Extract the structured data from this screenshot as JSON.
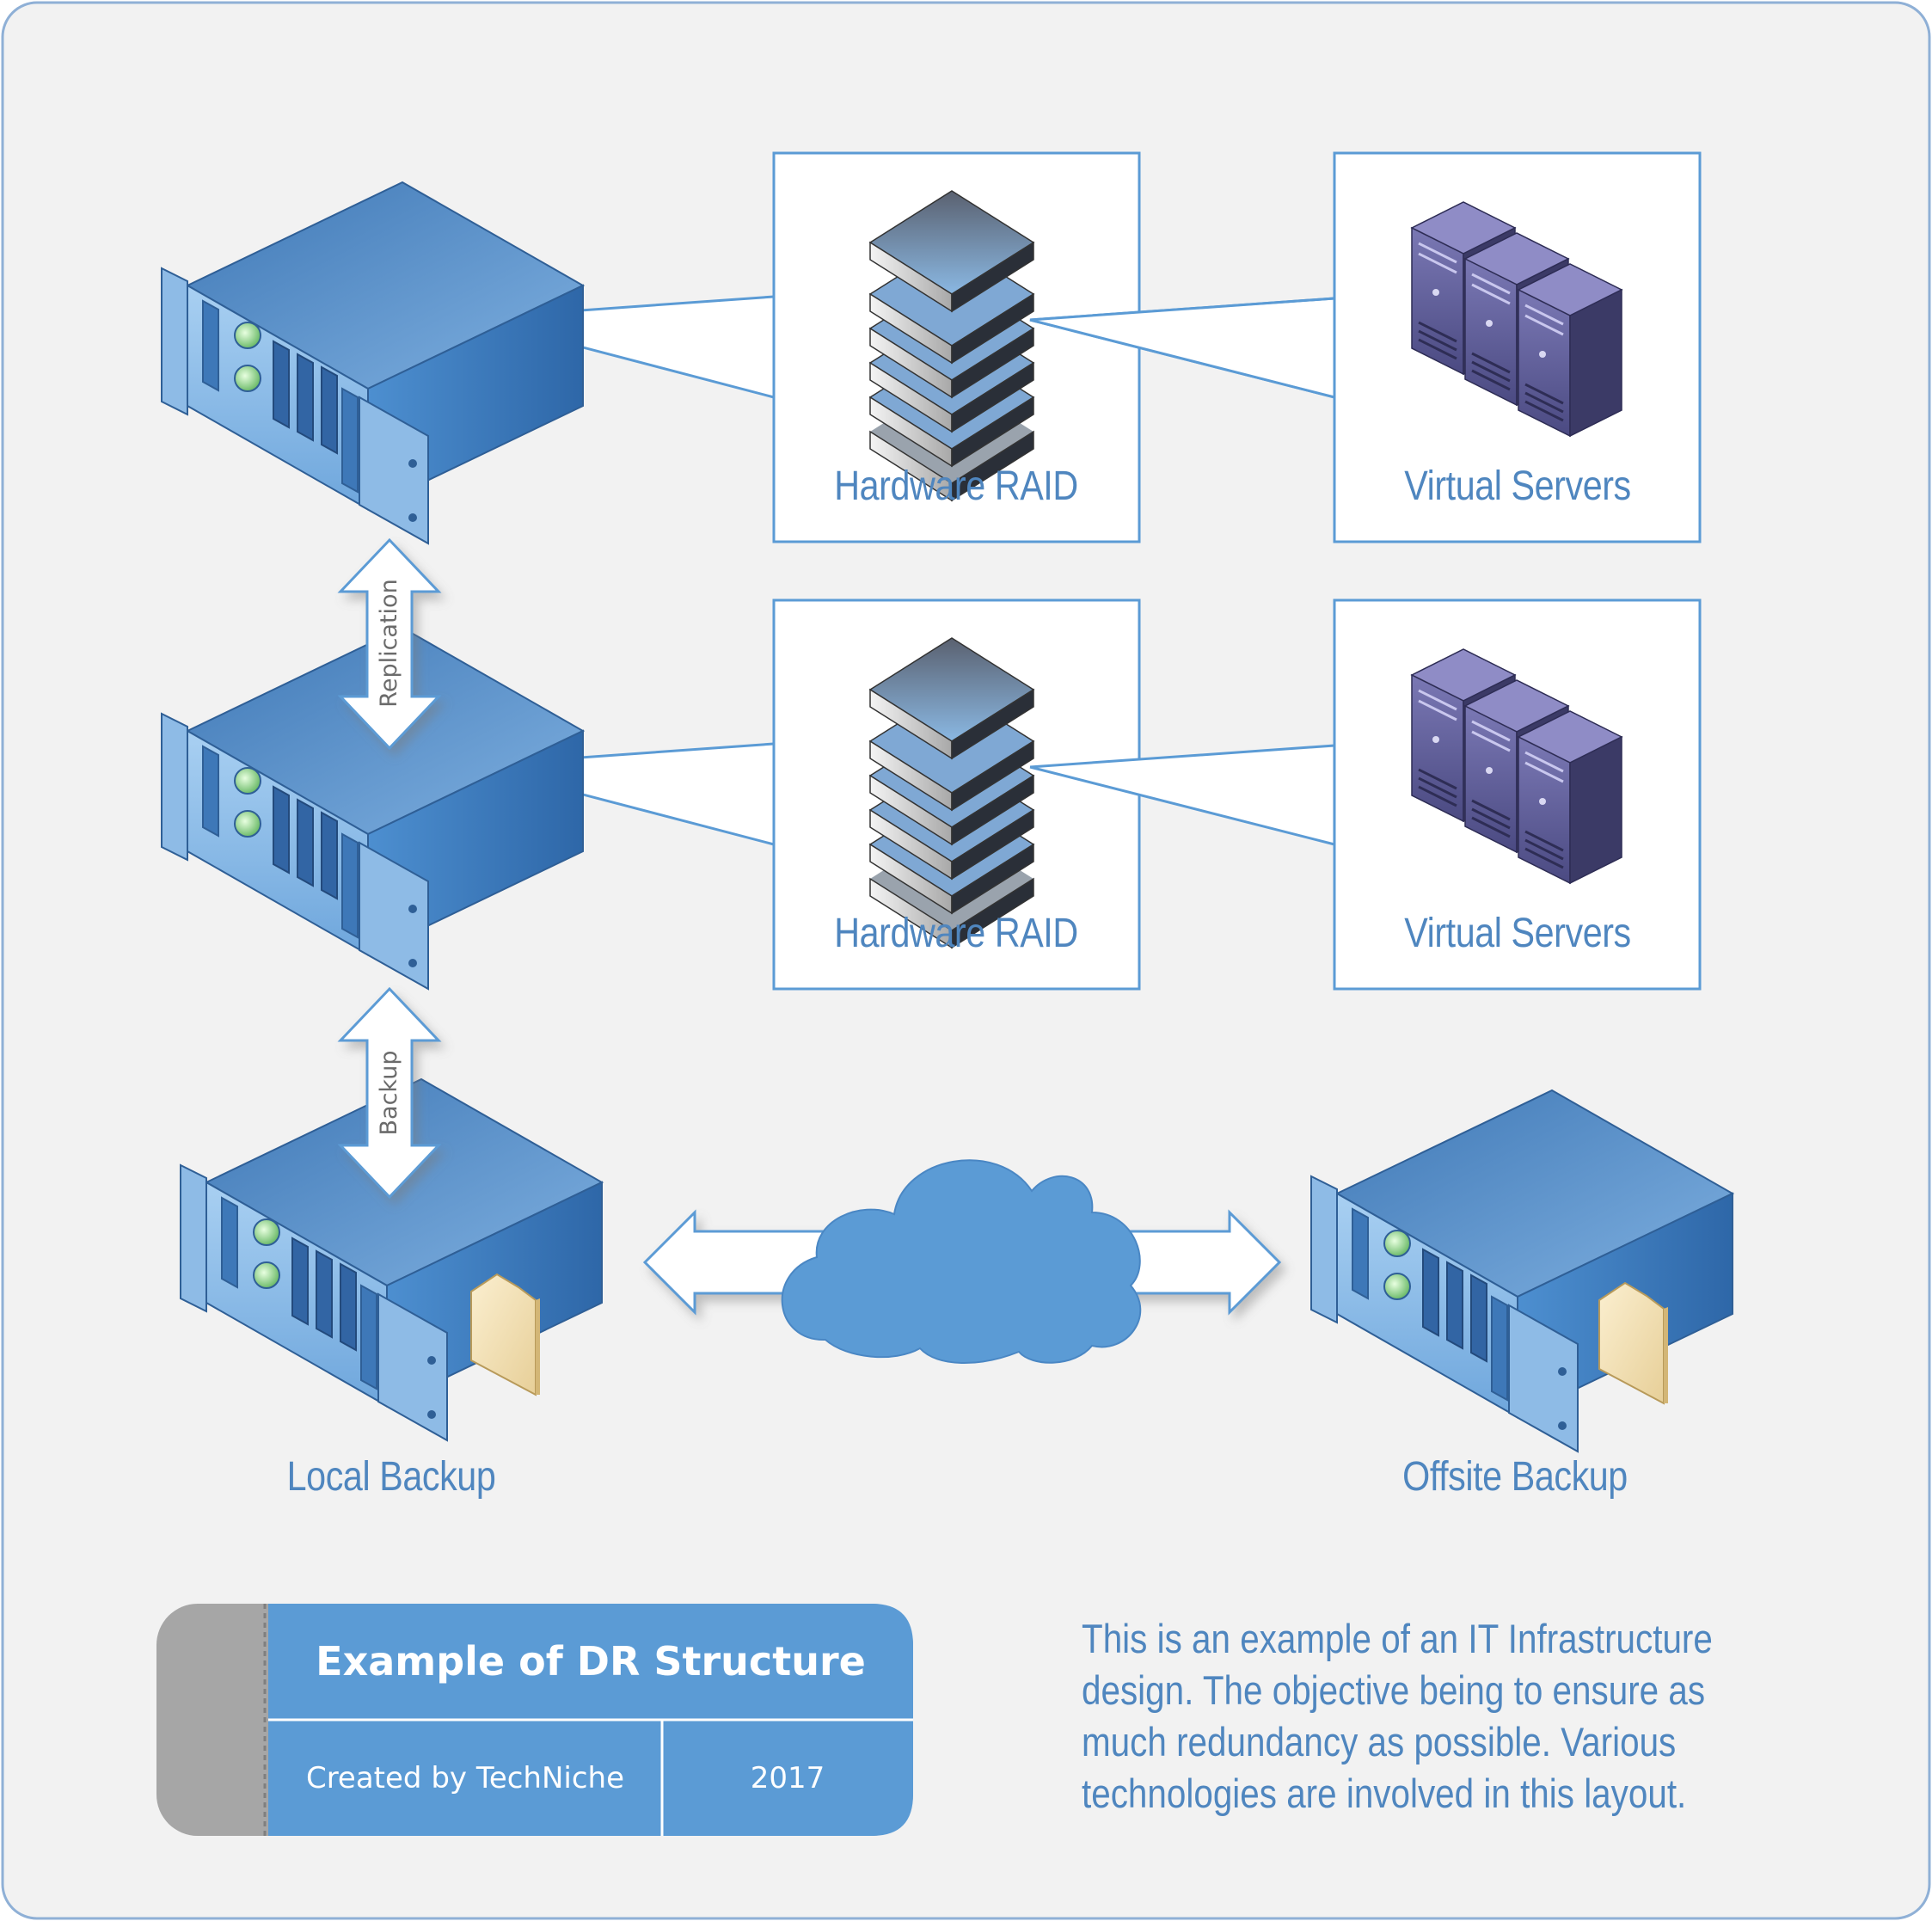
{
  "labels": {
    "raid_top": "Hardware RAID",
    "virtual_top": "Virtual Servers",
    "raid_mid": "Hardware RAID",
    "virtual_mid": "Virtual Servers",
    "local_backup": "Local Backup",
    "offsite_backup": "Offsite Backup"
  },
  "arrows": {
    "replication": "Replication",
    "backup": "Backup"
  },
  "title_block": {
    "title": "Example of DR Structure",
    "author": "Created by TechNiche",
    "year": "2017"
  },
  "description": {
    "lines": [
      "This is an example of an IT Infrastructure",
      "design. The objective being to ensure as",
      "much redundancy as possible. Various",
      "technologies are involved in this layout."
    ]
  },
  "colors": {
    "accent_blue": "#5b9bd5",
    "label_blue": "#4f86bf",
    "server_top": "#5a93cf",
    "server_front": "#8fbde6",
    "server_side": "#3c78b8",
    "vm_purple": "#4a4a7a",
    "background": "#f2f2f2"
  },
  "icons": [
    "rack-server-icon",
    "hardware-raid-icon",
    "virtual-servers-icon",
    "cloud-icon",
    "folder-icon",
    "double-arrow-icon"
  ]
}
